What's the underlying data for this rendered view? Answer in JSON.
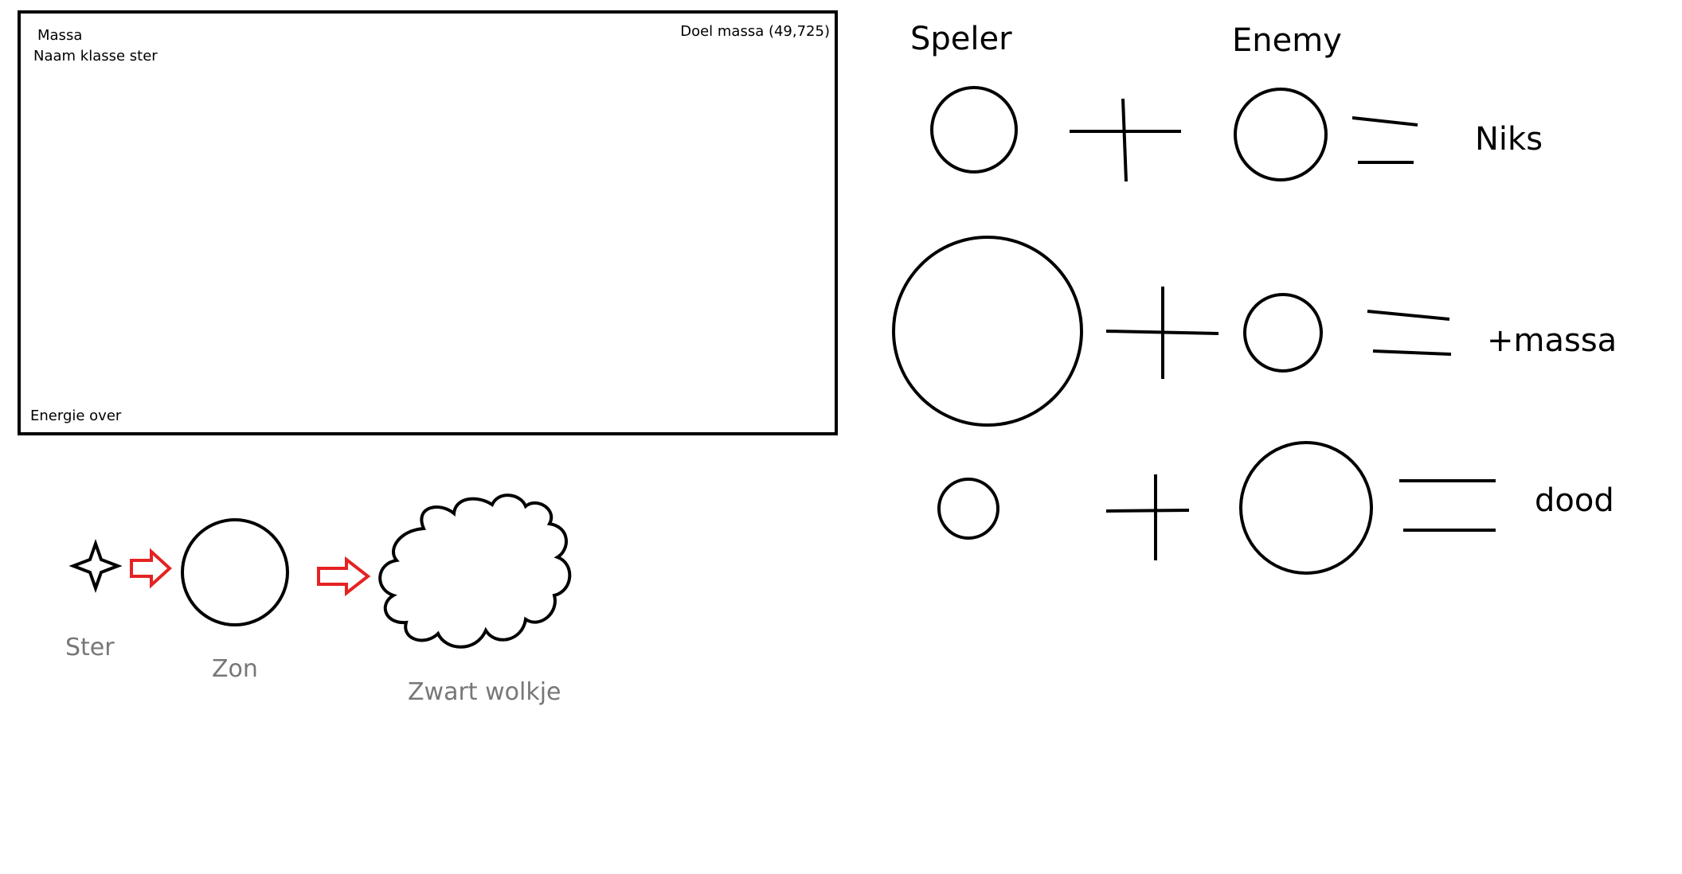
{
  "game_frame": {
    "mass_label": "Massa",
    "star_class_label": "Naam klasse ster",
    "target_mass_label": "Doel massa (49,725)",
    "energy_label": "Energie over"
  },
  "evolution": {
    "stages": [
      "Ster",
      "Zon",
      "Zwart wolkje"
    ]
  },
  "collision_table": {
    "headers": {
      "player": "Speler",
      "enemy": "Enemy"
    },
    "rows": [
      {
        "player_size": "medium",
        "enemy_size": "medium",
        "result": "Niks"
      },
      {
        "player_size": "large",
        "enemy_size": "small",
        "result": "+massa"
      },
      {
        "player_size": "small",
        "enemy_size": "large",
        "result": "dood"
      }
    ]
  },
  "colors": {
    "stroke": "#000000",
    "arrow": "#e52222",
    "caption": "#777777"
  }
}
